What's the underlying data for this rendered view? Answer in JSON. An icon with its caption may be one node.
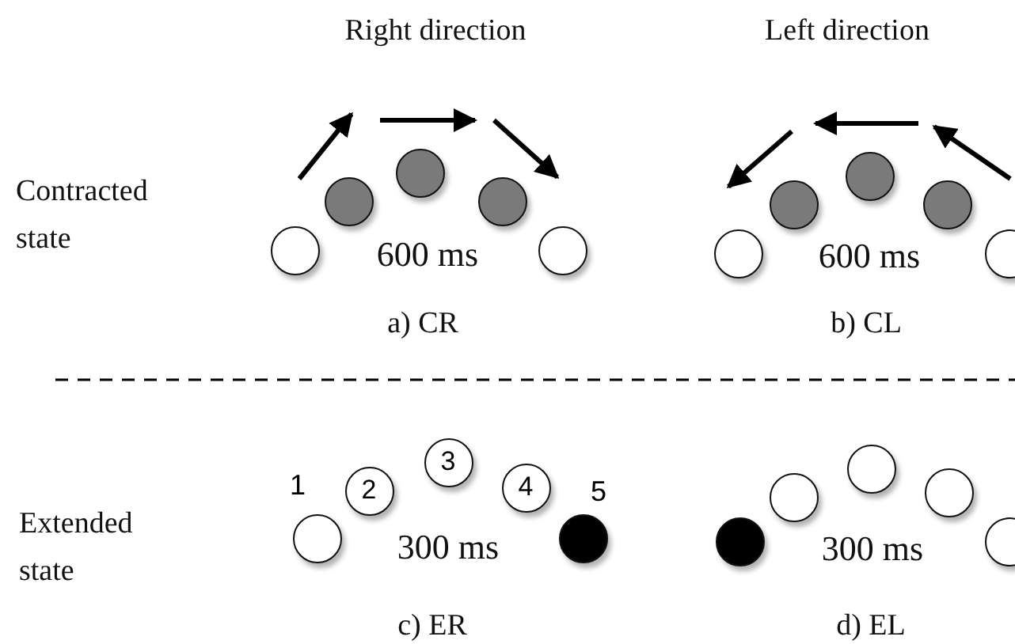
{
  "diagram": {
    "nodes": [
      {
        "text": [],
        "shape": "circle"
      },
      {
        "text": [],
        "shape": "circle"
      },
      {
        "text": [],
        "shape": "circle"
      },
      {
        "text": [],
        "shape": "circle"
      },
      {
        "text": [],
        "shape": "circle"
      },
      {
        "text": [],
        "shape": "circle"
      },
      {
        "text": [],
        "shape": "circle"
      },
      {
        "text": [],
        "shape": "circle"
      },
      {
        "text": [],
        "shape": "circle"
      },
      {
        "text": [],
        "shape": "circle"
      },
      {
        "text": [],
        "shape": "circle",
        "beside": [
          "1"
        ]
      },
      {
        "text": [
          "2"
        ]
      },
      {
        "text": [
          "3"
        ]
      },
      {
        "text": [
          "4"
        ]
      },
      {
        "text": [],
        "shape": "circle",
        "beside": [
          "5"
        ]
      },
      {
        "text": [],
        "shape": "circle"
      },
      {
        "text": [],
        "shape": "circle"
      },
      {
        "text": [],
        "shape": "circle"
      },
      {
        "text": [],
        "shape": "circle"
      },
      {
        "text": [],
        "shape": "circle"
      }
    ],
    "labels": [
      "Right direction",
      "Left direction",
      "Contracted state",
      "600 ms",
      "600 ms",
      "a) CR",
      "b) CL",
      "Extended state",
      "300 ms",
      "300 ms",
      "c) ER",
      "d) EL"
    ]
  }
}
